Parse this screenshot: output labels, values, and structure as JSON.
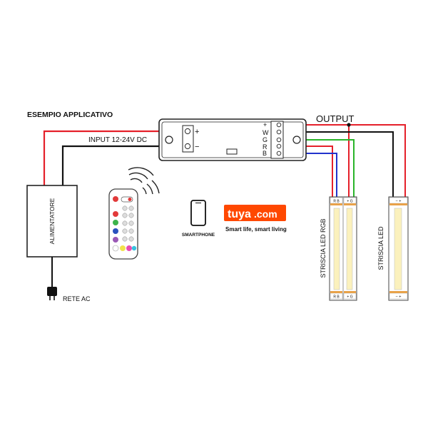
{
  "title": "ESEMPIO APPLICATIVO",
  "input_label": "INPUT 12-24V DC",
  "output_label": "OUTPUT",
  "controller": {
    "input_pins": [
      "+",
      "−"
    ],
    "output_pins": [
      "+",
      "W",
      "G",
      "R",
      "B"
    ]
  },
  "power_supply": {
    "label": "ALIMENTATORE"
  },
  "mains": {
    "label": "RETE AC"
  },
  "smartphone": {
    "label": "SMARTPHONE"
  },
  "tuya": {
    "logo_text": "tuya",
    "logo_suffix": ".com",
    "tagline": "Smart life, smart living",
    "brand_color": "#ff4800"
  },
  "strip_rgb": {
    "label": "STRISCIA LED RGB",
    "pad_top_left": "R B",
    "pad_top_right": "+ G",
    "pad_bottom_left": "R B",
    "pad_bottom_right": "+ G"
  },
  "strip_single": {
    "label": "STRISCIA LED",
    "pad_top": "− +",
    "pad_bottom": "− +"
  },
  "wire_colors": {
    "positive": "#e5202a",
    "negative": "#111111",
    "white": "#111111",
    "green": "#2ab52a",
    "red": "#e5202a",
    "blue": "#2233cc"
  },
  "remote": {
    "key_colors": [
      "#e23a3a",
      "#3cb44b",
      "#2a52be",
      "#9b59b6",
      "#ffffff",
      "#f2e24b",
      "#e84fb0",
      "#36c3e0"
    ]
  }
}
